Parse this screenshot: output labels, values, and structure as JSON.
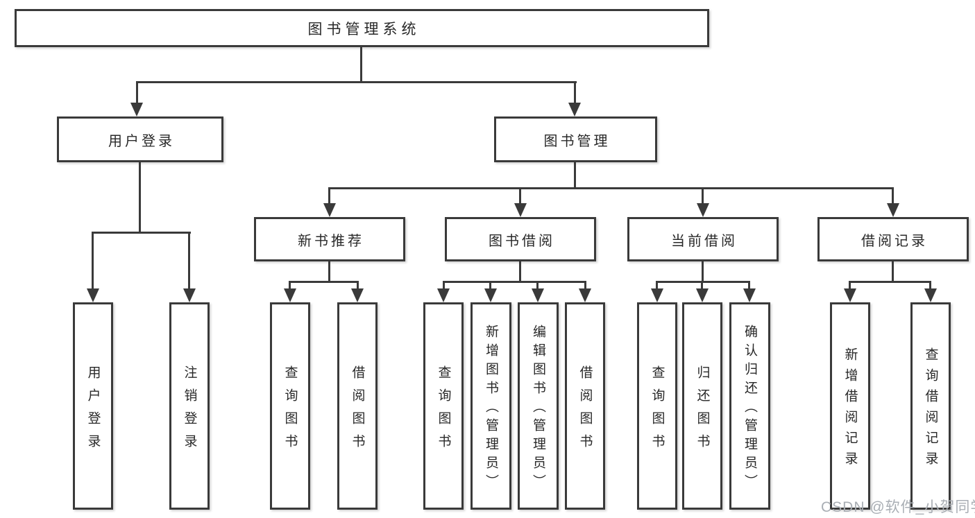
{
  "diagram": {
    "type": "hierarchy",
    "root": {
      "label": "图书管理系统"
    },
    "branches": [
      {
        "label": "用户登录",
        "children": [
          {
            "label": "用户登录"
          },
          {
            "label": "注销登录"
          }
        ]
      },
      {
        "label": "图书管理",
        "children": [
          {
            "label": "新书推荐",
            "children": [
              {
                "label": "查询图书"
              },
              {
                "label": "借阅图书"
              }
            ]
          },
          {
            "label": "图书借阅",
            "children": [
              {
                "label": "查询图书"
              },
              {
                "label": "新增图书（管理员）"
              },
              {
                "label": "编辑图书（管理员）"
              },
              {
                "label": "借阅图书"
              }
            ]
          },
          {
            "label": "当前借阅",
            "children": [
              {
                "label": "查询图书"
              },
              {
                "label": "归还图书"
              },
              {
                "label": "确认归还（管理员）"
              }
            ]
          },
          {
            "label": "借阅记录",
            "children": [
              {
                "label": "新增借阅记录"
              },
              {
                "label": "查询借阅记录"
              }
            ]
          }
        ]
      }
    ]
  },
  "watermark": {
    "text": "CSDN @软件_小贺同学"
  },
  "colors": {
    "line": "#3a3a3a",
    "text": "#282828",
    "box_background": "#ffffff",
    "watermark": "#a9aeb4"
  }
}
